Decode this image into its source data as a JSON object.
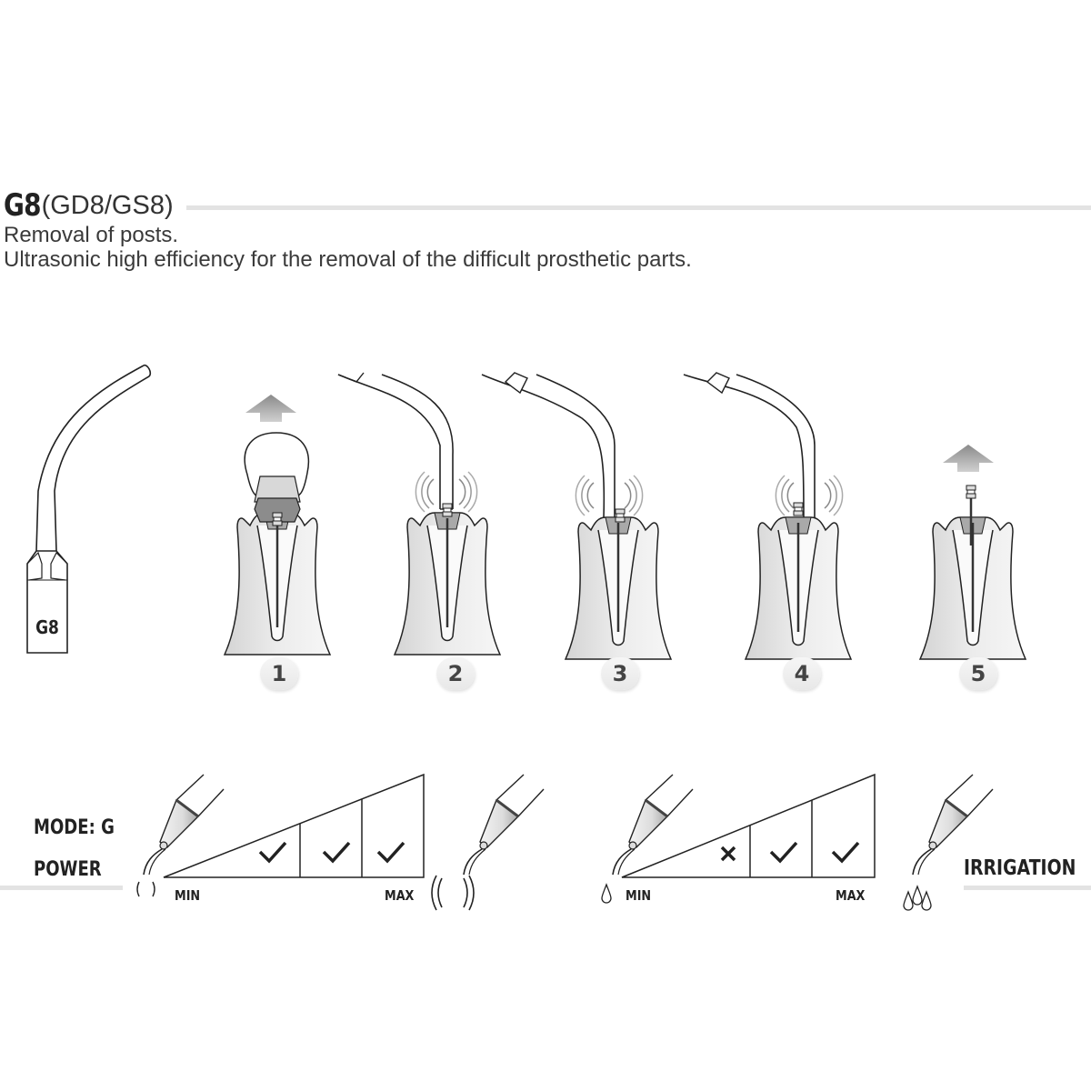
{
  "header": {
    "model": "G8",
    "variants": "(GD8/GS8)",
    "description_lines": [
      "Removal of posts.",
      "Ultrasonic high efficiency for the removal of the difficult prosthetic parts."
    ]
  },
  "tip_illustration": {
    "label": "G8"
  },
  "steps": [
    {
      "number": "1",
      "description": "crown lifted off post (up arrow)"
    },
    {
      "number": "2",
      "description": "tip vibrating on post, left side"
    },
    {
      "number": "3",
      "description": "tip vibrating on post, right side"
    },
    {
      "number": "4",
      "description": "tip vibrating on post, top"
    },
    {
      "number": "5",
      "description": "post removed (up arrow)"
    }
  ],
  "settings": {
    "mode_label": "MODE: G",
    "power": {
      "label": "POWER",
      "min_label": "MIN",
      "max_label": "MAX",
      "levels": [
        "check",
        "check",
        "check"
      ]
    },
    "irrigation": {
      "label": "IRRIGATION",
      "min_label": "MIN",
      "max_label": "MAX",
      "levels": [
        "cross",
        "check",
        "check"
      ]
    }
  },
  "colors": {
    "text": "#3a3a3a",
    "rule": "#e3e3e3",
    "tooth_fill": "#e2e2e2",
    "line": "#222222"
  }
}
